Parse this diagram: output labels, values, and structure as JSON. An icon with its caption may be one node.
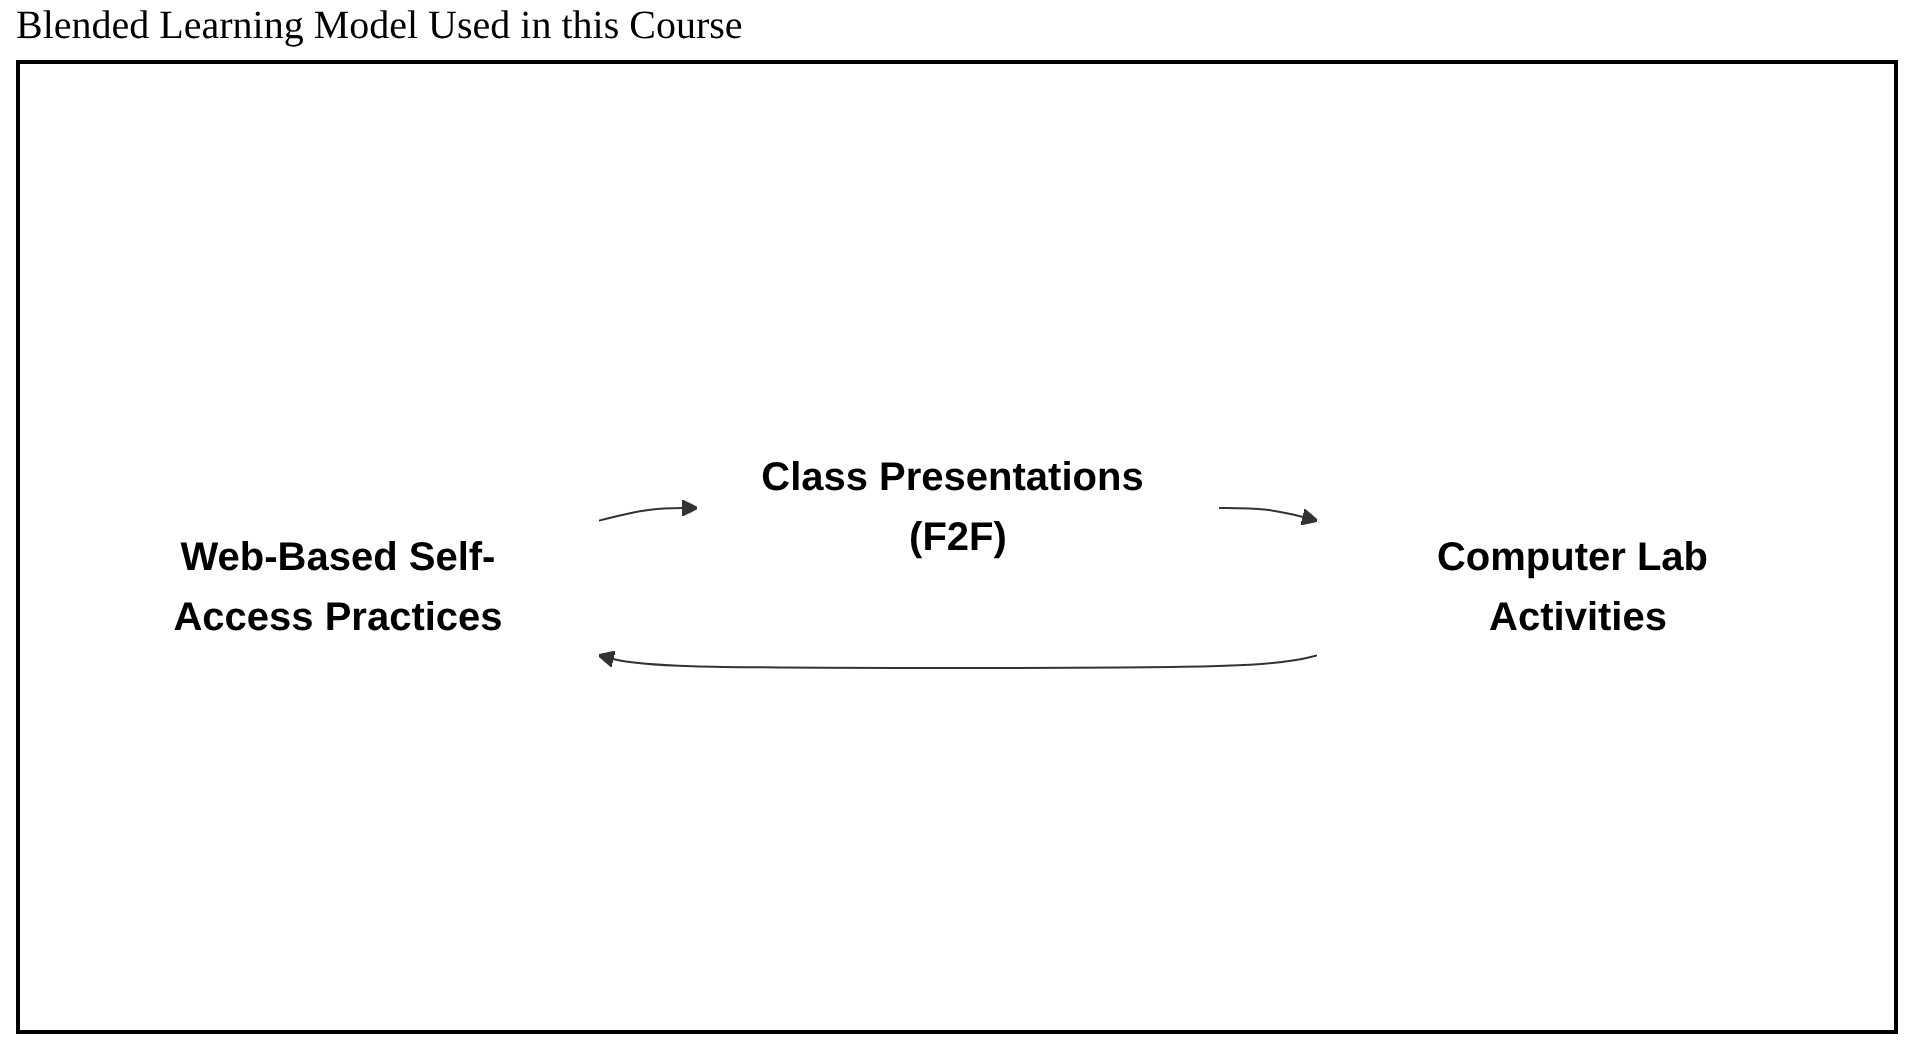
{
  "diagram": {
    "title": "Blended Learning Model Used in this Course",
    "nodes": [
      {
        "text": [
          "Web-Based Self-Access Practices"
        ]
      },
      {
        "text": [
          "Class Presentations (F2F)"
        ]
      },
      {
        "text": [
          "Computer Lab Activities"
        ]
      }
    ],
    "edges": [
      {
        "from": 0,
        "to": 1,
        "arrow": "to"
      },
      {
        "from": 1,
        "to": 2,
        "arrow": "to"
      },
      {
        "from": 2,
        "to": 0,
        "arrow": "to"
      }
    ]
  }
}
